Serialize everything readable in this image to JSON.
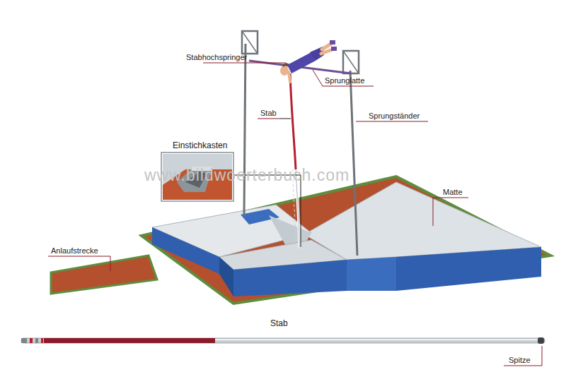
{
  "diagram": {
    "labels": [
      "Stabhochspringer",
      "Sprunglatte",
      "Stab",
      "Sprungständer",
      "Einstichkasten",
      "Matte",
      "Anlaufstrecke",
      "Stab",
      "Spitze",
      "www.bildwoerterbuch.com"
    ]
  }
}
